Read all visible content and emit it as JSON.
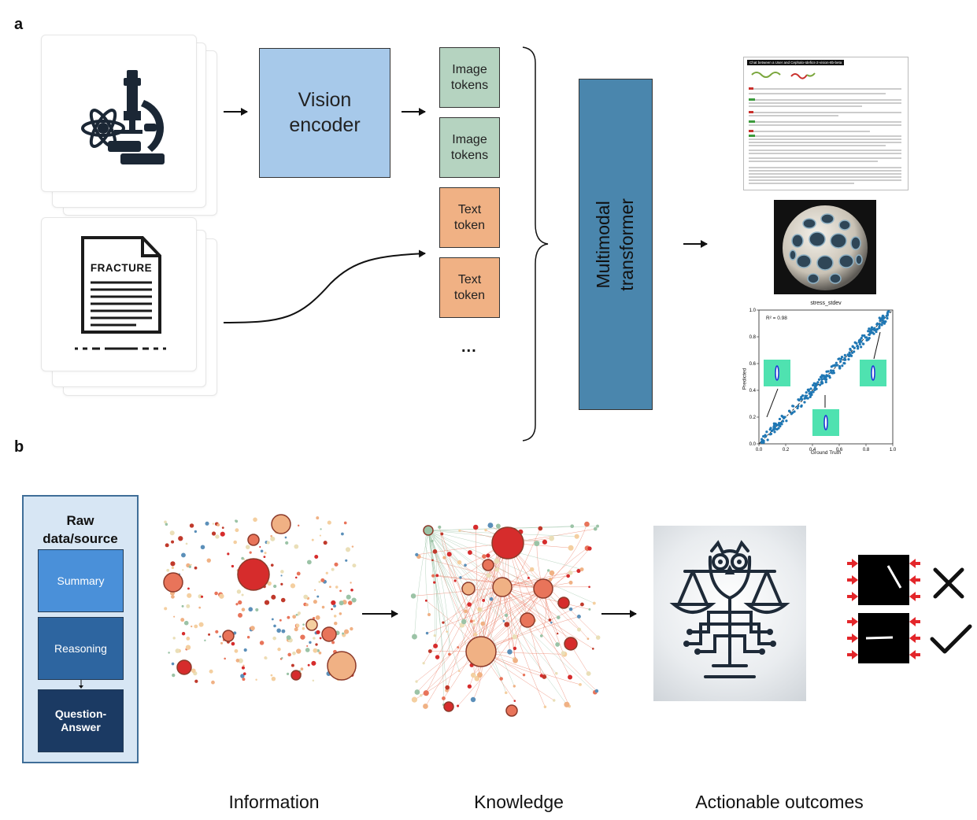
{
  "panel_a": {
    "letter": "a",
    "vision_encoder": "Vision\nencoder",
    "tokens": [
      {
        "label": "Image\ntokens",
        "kind": "image"
      },
      {
        "label": "Image\ntokens",
        "kind": "image"
      },
      {
        "label": "Text\ntoken",
        "kind": "text"
      },
      {
        "label": "Text\ntoken",
        "kind": "text"
      }
    ],
    "ellipsis": "...",
    "transformer": "Multimodal\ntransformer",
    "document_icon_text": "FRACTURE",
    "chat_heading": "Chat between a User and Cephalo-Idefics-2-vision-8b-beta",
    "scatter": {
      "title": "stress_stdev",
      "r2": "R² = 0.98",
      "xlabel": "Ground Truth",
      "ylabel": "Predicted",
      "ticks": [
        "0.0",
        "0.2",
        "0.4",
        "0.6",
        "0.8",
        "1.0"
      ]
    }
  },
  "panel_b": {
    "letter": "b",
    "raw_title": "Raw\ndata/source",
    "summary": "Summary",
    "reasoning": "Reasoning",
    "qa": "Question-\nAnswer",
    "labels": {
      "information": "Information",
      "knowledge": "Knowledge",
      "outcomes": "Actionable outcomes"
    }
  },
  "colors": {
    "vision": "#a7c9ea",
    "image_token": "#b5d3c0",
    "text_token": "#f0b184",
    "transformer": "#4a86ad",
    "summary": "#4a90d9",
    "reasoning": "#2d65a0",
    "qa": "#1b3a63"
  },
  "icons": [
    "atom-icon",
    "microscope-icon",
    "document-icon",
    "owl-scales-icon",
    "cross-icon",
    "check-icon"
  ]
}
